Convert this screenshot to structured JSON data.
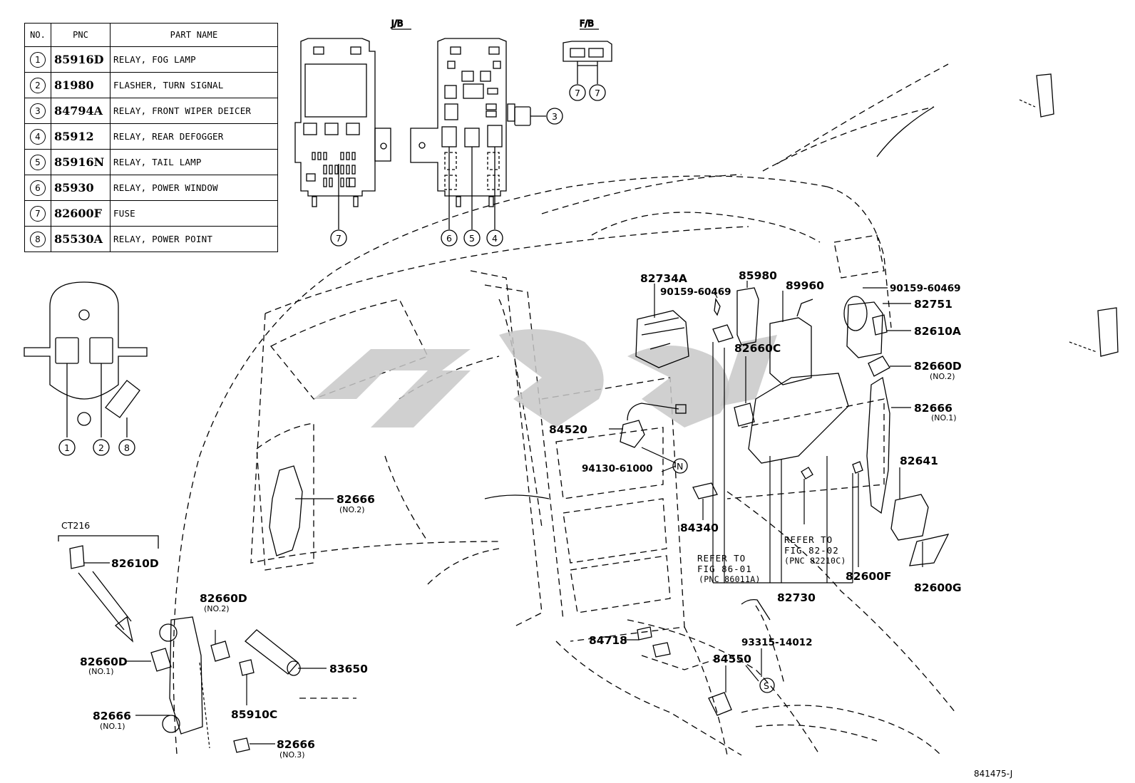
{
  "table": {
    "headers": [
      "NO.",
      "PNC",
      "PART NAME"
    ],
    "rows": [
      {
        "no": "1",
        "pnc": "85916D",
        "name": "RELAY, FOG LAMP"
      },
      {
        "no": "2",
        "pnc": "81980",
        "name": "FLASHER, TURN SIGNAL"
      },
      {
        "no": "3",
        "pnc": "84794A",
        "name": "RELAY, FRONT WIPER DEICER"
      },
      {
        "no": "4",
        "pnc": "85912",
        "name": "RELAY, REAR DEFOGGER"
      },
      {
        "no": "5",
        "pnc": "85916N",
        "name": "RELAY, TAIL LAMP"
      },
      {
        "no": "6",
        "pnc": "85930",
        "name": "RELAY, POWER WINDOW"
      },
      {
        "no": "7",
        "pnc": "82600F",
        "name": "FUSE"
      },
      {
        "no": "8",
        "pnc": "85530A",
        "name": "RELAY, POWER POINT"
      }
    ]
  },
  "headers": {
    "jb": "J/B",
    "fb": "F/B",
    "ct": "CT216"
  },
  "callouts": {
    "n1": "1",
    "n2": "2",
    "n3": "3",
    "n4": "4",
    "n5": "5",
    "n6": "6",
    "n7": "7",
    "n8": "8",
    "nN": "N",
    "nS": "S"
  },
  "parts": {
    "p82734A": "82734A",
    "p90159a": "90159-60469",
    "p85980": "85980",
    "p89960": "89960",
    "p90159b": "90159-60469",
    "p82751": "82751",
    "p82610A": "82610A",
    "p82660C": "82660C",
    "p82660D_r": "82660D",
    "p82660D_r_sub": "(NO.2)",
    "p82666_r": "82666",
    "p82666_r_sub": "(NO.1)",
    "p82641": "82641",
    "p84520": "84520",
    "p94130": "94130-61000",
    "p84340": "84340",
    "p82600F": "82600F",
    "p82600G": "82600G",
    "p82730": "82730",
    "p82666_m": "82666",
    "p82666_m_sub": "(NO.2)",
    "p82610D": "82610D",
    "p82660D_l": "82660D",
    "p82660D_l_sub": "(NO.2)",
    "p82660D_b": "82660D",
    "p82660D_b_sub": "(NO.1)",
    "p82666_b": "82666",
    "p82666_b_sub": "(NO.1)",
    "p83650": "83650",
    "p85910C": "85910C",
    "p82666_c": "82666",
    "p82666_c_sub": "(NO.3)",
    "p84718": "84718",
    "p84550": "84550",
    "p93315": "93315-14012"
  },
  "refs": {
    "ref1_l1": "REFER TO",
    "ref1_l2": "FIG 86-01",
    "ref1_l3": "(PNC 86011A)",
    "ref2_l1": "REFER TO",
    "ref2_l2": "FIG 82-02",
    "ref2_l3": "(PNC 82210C)"
  },
  "footer": {
    "code": "841475-J"
  },
  "watermark": {
    "color": "#c8c8c8"
  }
}
